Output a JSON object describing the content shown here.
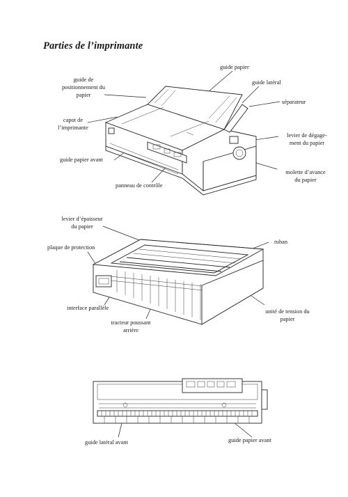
{
  "page": {
    "title": "Parties de l’imprimante"
  },
  "figure1": {
    "labels": {
      "guide_papier": "guide papier",
      "guide_lateral": "guide latéral",
      "separateur": "séparateur",
      "guide_positionnement_1": "guide de",
      "guide_positionnement_2": "positionnement du",
      "guide_positionnement_3": "papier",
      "capot_1": "capot de",
      "capot_2": "l’imprimante",
      "levier_degagement_1": "levier de dégage-",
      "levier_degagement_2": "ment du papier",
      "guide_papier_avant": "guide papier avant",
      "molette_1": "molette d’avance",
      "molette_2": "du papier",
      "panneau_controle": "panneau de contrôle"
    }
  },
  "figure2": {
    "labels": {
      "levier_epaisseur_1": "levier d’épaisseur",
      "levier_epaisseur_2": "du papier",
      "plaque_protection": "plaque de protection",
      "ruban": "ruban",
      "interface_parallele": "interface parallèle",
      "unite_tension_1": "unité de tension du",
      "unite_tension_2": "papier",
      "tracteur_1": "tracteur poussant",
      "tracteur_2": "arrière"
    }
  },
  "figure3": {
    "labels": {
      "guide_lateral_avant": "guide latéral avant",
      "guide_papier_avant": "guide papier avant"
    }
  }
}
